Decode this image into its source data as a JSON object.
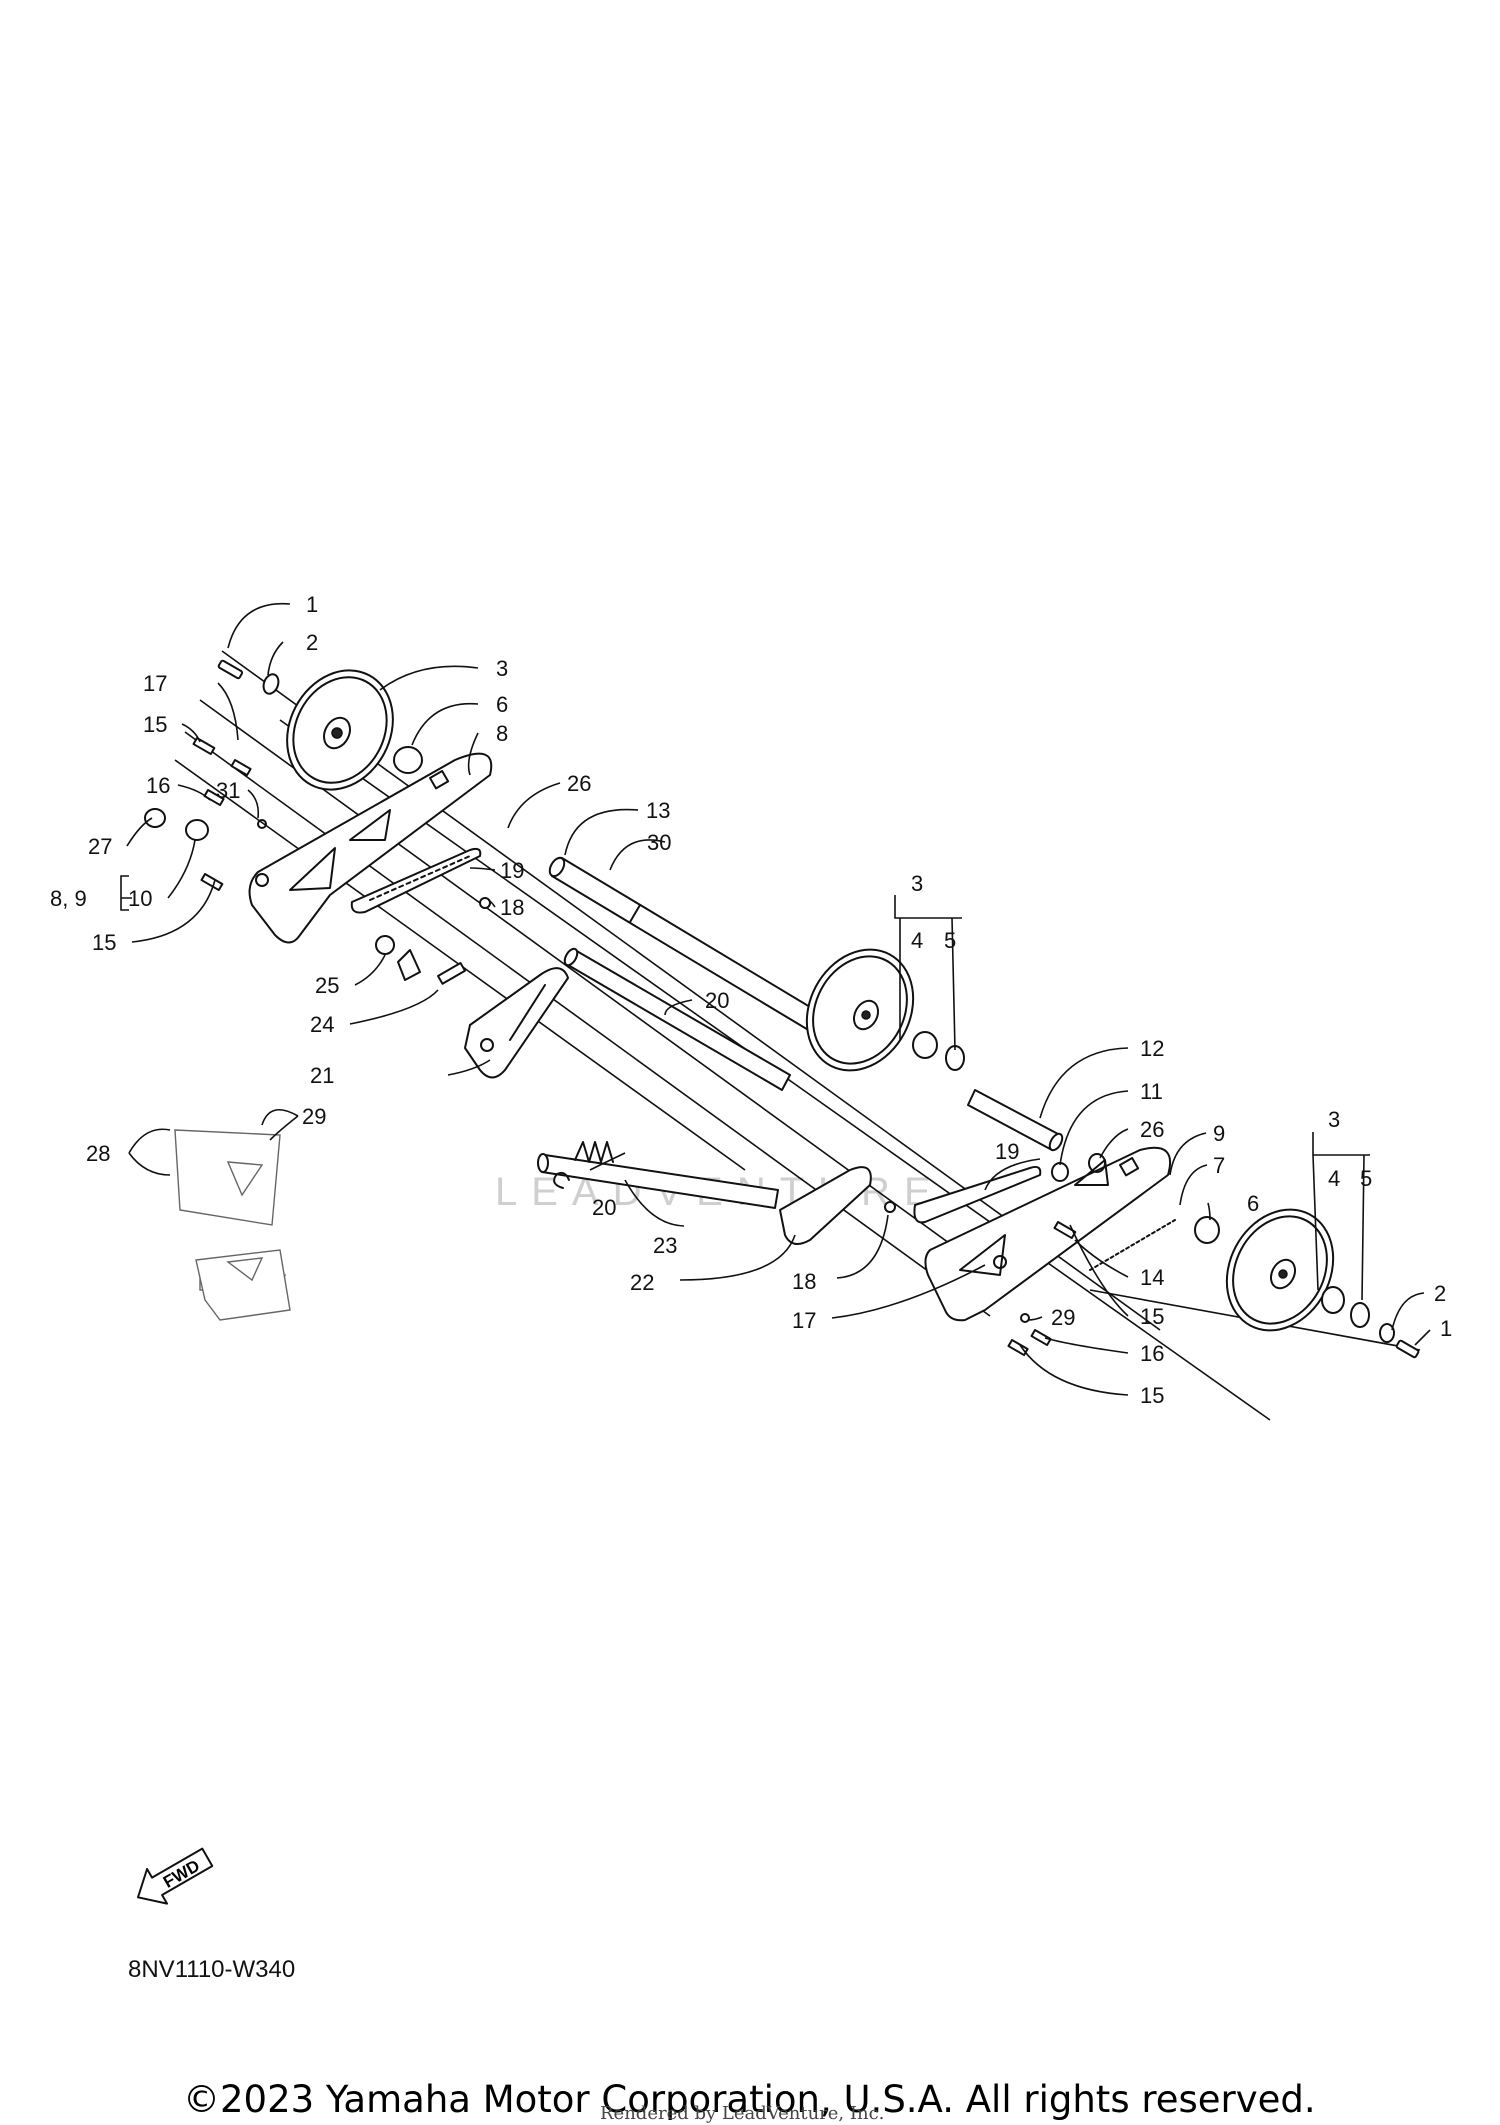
{
  "diagram": {
    "code": "8NV1110-W340",
    "fwd_badge": "FWD",
    "watermark": "LEADVENTURE",
    "copyright": "©2023 Yamaha Motor Corporation, U.S.A. All rights reserved.",
    "rendered_by": "Rendered by LeadVenture, Inc.",
    "callouts": [
      {
        "id": "c1a",
        "text": "1"
      },
      {
        "id": "c2a",
        "text": "2"
      },
      {
        "id": "c3a",
        "text": "3"
      },
      {
        "id": "c6a",
        "text": "6"
      },
      {
        "id": "c8a",
        "text": "8"
      },
      {
        "id": "c17a",
        "text": "17"
      },
      {
        "id": "c15a",
        "text": "15"
      },
      {
        "id": "c16a",
        "text": "16"
      },
      {
        "id": "c31",
        "text": "31"
      },
      {
        "id": "c27",
        "text": "27"
      },
      {
        "id": "c89",
        "text": "8, 9"
      },
      {
        "id": "c10",
        "text": "10"
      },
      {
        "id": "c15b",
        "text": "15"
      },
      {
        "id": "c26a",
        "text": "26"
      },
      {
        "id": "c13",
        "text": "13"
      },
      {
        "id": "c30",
        "text": "30"
      },
      {
        "id": "c19a",
        "text": "19"
      },
      {
        "id": "c18a",
        "text": "18"
      },
      {
        "id": "c25",
        "text": "25"
      },
      {
        "id": "c24",
        "text": "24"
      },
      {
        "id": "c21",
        "text": "21"
      },
      {
        "id": "c28",
        "text": "28"
      },
      {
        "id": "c29a",
        "text": "29"
      },
      {
        "id": "c20a",
        "text": "20"
      },
      {
        "id": "c3b",
        "text": "3"
      },
      {
        "id": "c4b",
        "text": "4"
      },
      {
        "id": "c5b",
        "text": "5"
      },
      {
        "id": "c12",
        "text": "12"
      },
      {
        "id": "c11",
        "text": "11"
      },
      {
        "id": "c26b",
        "text": "26"
      },
      {
        "id": "c9",
        "text": "9"
      },
      {
        "id": "c7",
        "text": "7"
      },
      {
        "id": "c6b",
        "text": "6"
      },
      {
        "id": "c3c",
        "text": "3"
      },
      {
        "id": "c4c",
        "text": "4"
      },
      {
        "id": "c5c",
        "text": "5"
      },
      {
        "id": "c19b",
        "text": "19"
      },
      {
        "id": "c20b",
        "text": "20"
      },
      {
        "id": "c23",
        "text": "23"
      },
      {
        "id": "c22",
        "text": "22"
      },
      {
        "id": "c18b",
        "text": "18"
      },
      {
        "id": "c17b",
        "text": "17"
      },
      {
        "id": "c14",
        "text": "14"
      },
      {
        "id": "c15c",
        "text": "15"
      },
      {
        "id": "c29b",
        "text": "29"
      },
      {
        "id": "c16b",
        "text": "16"
      },
      {
        "id": "c15d",
        "text": "15"
      },
      {
        "id": "c2c",
        "text": "2"
      },
      {
        "id": "c1c",
        "text": "1"
      }
    ]
  }
}
